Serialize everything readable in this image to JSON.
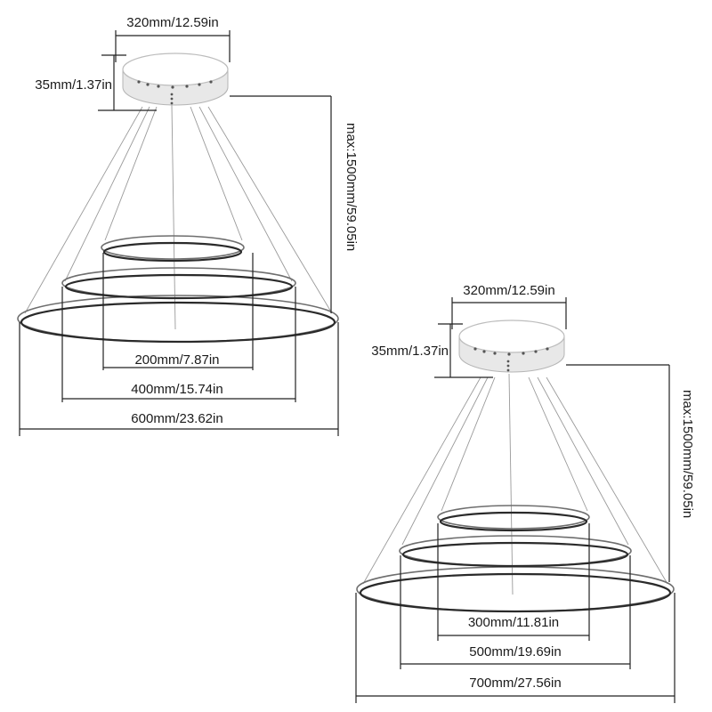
{
  "lamps": [
    {
      "id": "lamp-small",
      "canopy_diameter_label": "320mm/12.59in",
      "canopy_height_label": "35mm/1.37in",
      "max_drop_label": "max:1500mm/59.05in",
      "ring_labels": [
        "200mm/7.87in",
        "400mm/15.74in",
        "600mm/23.62in"
      ]
    },
    {
      "id": "lamp-large",
      "canopy_diameter_label": "320mm/12.59in",
      "canopy_height_label": "35mm/1.37in",
      "max_drop_label": "max:1500mm/59.05in",
      "ring_labels": [
        "300mm/11.81in",
        "500mm/19.69in",
        "700mm/27.56in"
      ]
    }
  ]
}
